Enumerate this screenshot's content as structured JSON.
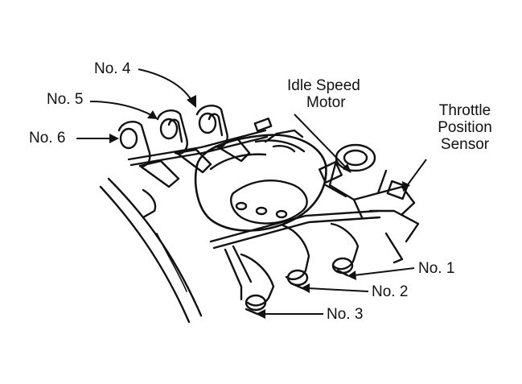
{
  "labels": {
    "no1": "No. 1",
    "no2": "No. 2",
    "no3": "No. 3",
    "no4": "No. 4",
    "no5": "No. 5",
    "no6": "No. 6",
    "idle_speed_motor": [
      "Idle Speed",
      "Motor"
    ],
    "throttle_position_sensor": [
      "Throttle",
      "Position",
      "Sensor"
    ]
  },
  "colors": {
    "ink": "#111111",
    "background": "#ffffff"
  }
}
